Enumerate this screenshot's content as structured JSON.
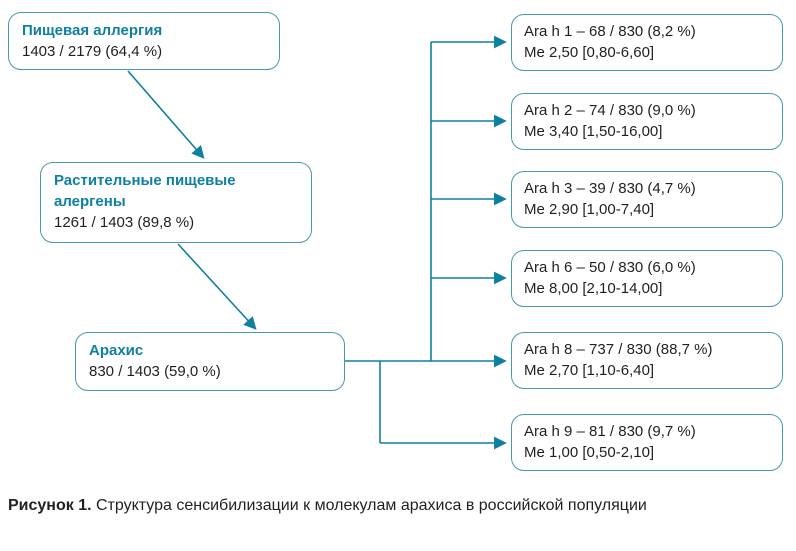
{
  "colors": {
    "accent": "#0f80a2",
    "node-border": "#4699b3",
    "text-dark": "#231f20",
    "background": "#ffffff"
  },
  "flow": {
    "nodes": [
      {
        "title": "Пищевая аллергия",
        "value": "1403 / 2179 (64,4 %)"
      },
      {
        "title": "Растительные пищевые алергены",
        "value": "1261 / 1403 (89,8 %)"
      },
      {
        "title": "Арахис",
        "value": "830 / 1403 (59,0 %)"
      }
    ],
    "leaves": [
      {
        "line1": "Ara h 1 – 68 / 830 (8,2 %)",
        "line2": "Me 2,50 [0,80-6,60]"
      },
      {
        "line1": "Ara h 2 – 74 / 830 (9,0 %)",
        "line2": "Me 3,40 [1,50-16,00]"
      },
      {
        "line1": "Ara h 3 – 39 / 830 (4,7 %)",
        "line2": "Me 2,90 [1,00-7,40]"
      },
      {
        "line1": "Ara h 6 – 50 / 830 (6,0 %)",
        "line2": "Me 8,00 [2,10-14,00]"
      },
      {
        "line1": "Ara h 8 – 737 / 830 (88,7 %)",
        "line2": "Me 2,70 [1,10-6,40]"
      },
      {
        "line1": "Ara h 9 – 81 / 830 (9,7 %)",
        "line2": "Me 1,00 [0,50-2,10]"
      }
    ]
  },
  "caption": {
    "label": "Рисунок 1.",
    "text": "Структура сенсибилизации к молекулам арахиса в российской популяции"
  }
}
